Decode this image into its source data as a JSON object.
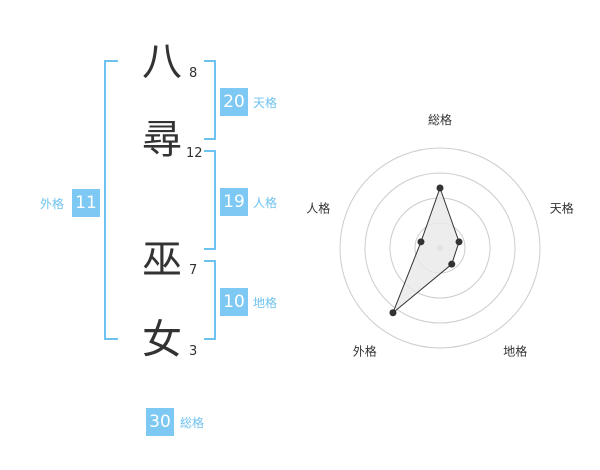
{
  "name": {
    "chars": [
      {
        "char": "八",
        "strokes": "8"
      },
      {
        "char": "尋",
        "strokes": "12"
      },
      {
        "char": "巫",
        "strokes": "7"
      },
      {
        "char": "女",
        "strokes": "3"
      }
    ]
  },
  "fortune": {
    "tenkaku": {
      "value": "20",
      "label": "天格"
    },
    "jinkaku": {
      "value": "19",
      "label": "人格"
    },
    "chikaku": {
      "value": "10",
      "label": "地格"
    },
    "gaikaku": {
      "value": "11",
      "label": "外格"
    },
    "soukaku": {
      "value": "30",
      "label": "総格"
    }
  },
  "chart_data": {
    "type": "radar",
    "axes": [
      "総格",
      "天格",
      "地格",
      "外格",
      "人格"
    ],
    "values": [
      3,
      1,
      1,
      4,
      1
    ],
    "rmax": 5,
    "rings": 4,
    "colors": {
      "line": "#333333",
      "fill": "#e8e8e8",
      "grid": "#cccccc",
      "center": "#cccccc"
    }
  },
  "colors": {
    "accent": "#7dc9f3",
    "bracket": "#6ec2ef",
    "text": "#333333"
  }
}
